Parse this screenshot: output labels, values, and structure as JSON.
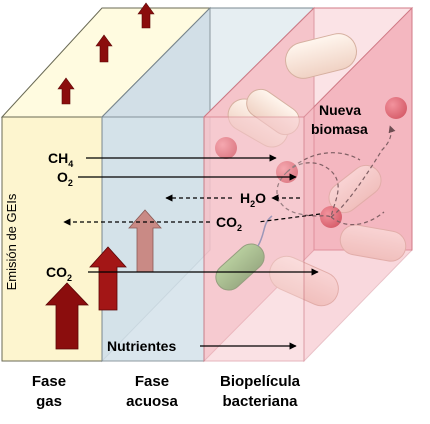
{
  "labels": {
    "ch4": "CH",
    "ch4_sub": "4",
    "o2": "O",
    "o2_sub": "2",
    "h2o_h": "H",
    "h2o_sub": "2",
    "h2o_o": "O",
    "co2_right": "CO",
    "co2_right_sub": "2",
    "co2_left": "CO",
    "co2_left_sub": "2",
    "nutrients": "Nutrientes",
    "new_biomass_line1": "Nueva",
    "new_biomass_line2": "biomasa",
    "ghg_emission": "Emisión de GEIs"
  },
  "columns": {
    "gas_line1": "Fase",
    "gas_line2": "gas",
    "aqueous_line1": "Fase",
    "aqueous_line2": "acuosa",
    "biofilm_line1": "Biopelícula",
    "biofilm_line2": "bacteriana"
  },
  "colors": {
    "gas_phase": "#fdf5cf",
    "aqueous_phase": "#d4e2ea",
    "biofilm": "#f7c9cf",
    "dark_red_arrow": "#8b0d0d",
    "light_arrow": "#c98a85",
    "red_ball": "#d62b3a",
    "green_bacterium": "#3fae3a"
  }
}
